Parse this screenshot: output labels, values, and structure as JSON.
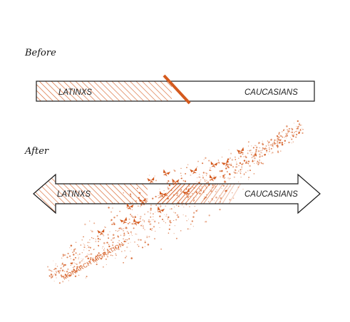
{
  "colors": {
    "accent": "#d45a1e",
    "outline": "#1a1a1a"
  },
  "before": {
    "heading": "Before",
    "left_label": "LATINXS",
    "right_label": "CAUCASIANS"
  },
  "after": {
    "heading": "After",
    "left_label": "LATINXS",
    "right_label": "CAUCASIANS",
    "band_label": "MONARCH MIGRATION"
  },
  "icons": {
    "butterfly": "monarch-butterfly-icon"
  }
}
